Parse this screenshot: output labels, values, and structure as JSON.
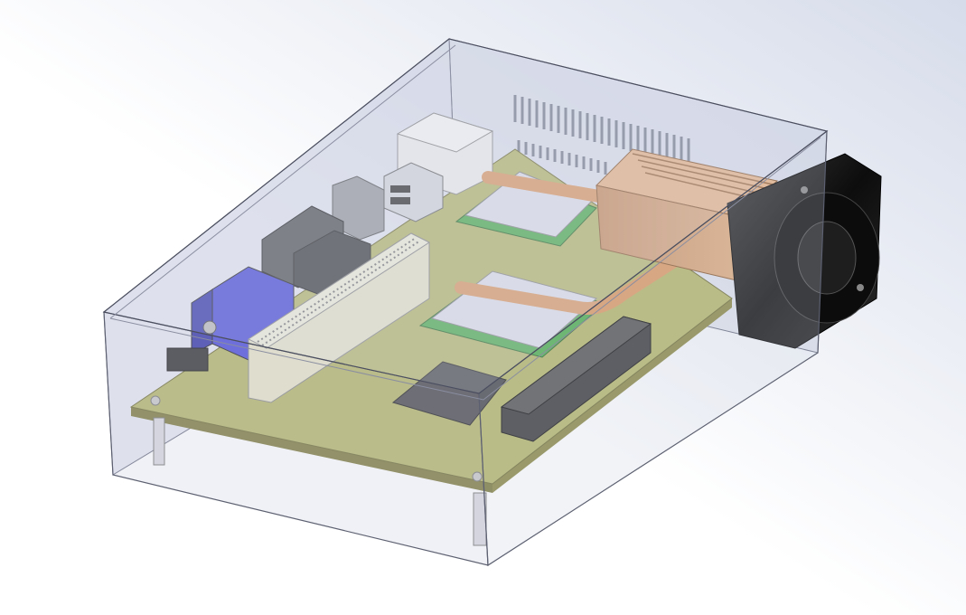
{
  "scene": {
    "colors": {
      "background_top": "#dde2ee",
      "background_bottom": "#ffffff",
      "enclosure": "#c9cfe0",
      "pcb": "#b5b66a",
      "pcb_edge": "#7d7a3c",
      "heatsink": "#d49a6c",
      "heatpipe": "#e0a070",
      "fan": "#1a1a1a",
      "chip": "#dfe0ea",
      "chip_substrate": "#4fae4f",
      "vga_connector": "#4b4bd8",
      "header": "#e4e2c8",
      "dark_connector": "#4a4a4a"
    },
    "icons": [
      "enclosure",
      "pcb",
      "heatsink",
      "fan",
      "heatpipe",
      "cpu-chip",
      "vga-connector",
      "pin-header",
      "usb-port",
      "ethernet-port"
    ]
  }
}
